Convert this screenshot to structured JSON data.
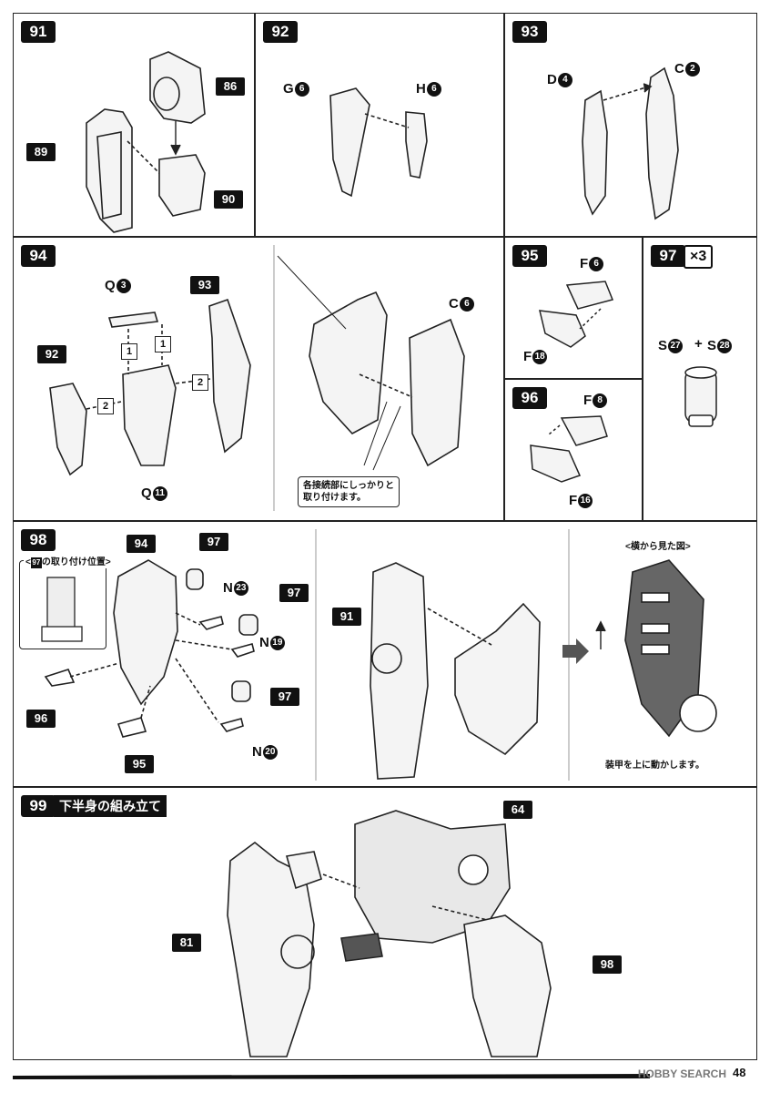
{
  "steps": {
    "s91": {
      "num": "91",
      "parts": [
        "86",
        "89",
        "90"
      ]
    },
    "s92": {
      "num": "92",
      "parts": [
        {
          "letter": "G",
          "n": "6"
        },
        {
          "letter": "H",
          "n": "6"
        }
      ]
    },
    "s93": {
      "num": "93",
      "parts": [
        {
          "letter": "D",
          "n": "4"
        },
        {
          "letter": "C",
          "n": "2"
        }
      ]
    },
    "s94": {
      "num": "94",
      "parts": [
        "93",
        "92"
      ],
      "runners": [
        {
          "letter": "Q",
          "n": "3"
        },
        {
          "letter": "Q",
          "n": "11"
        },
        {
          "letter": "C",
          "n": "6"
        }
      ],
      "order_marks": [
        "1",
        "1",
        "2",
        "2"
      ],
      "note": [
        "各接続部にしっかりと",
        "取り付けます。"
      ]
    },
    "s95": {
      "num": "95",
      "parts": [
        {
          "letter": "F",
          "n": "6"
        },
        {
          "letter": "F",
          "n": "18"
        }
      ]
    },
    "s96": {
      "num": "96",
      "parts": [
        {
          "letter": "F",
          "n": "8"
        },
        {
          "letter": "F",
          "n": "16"
        }
      ]
    },
    "s97": {
      "num": "97",
      "multiplier": "×3",
      "parts": [
        {
          "letter": "S",
          "n": "27"
        },
        {
          "letter": "S",
          "n": "28"
        }
      ],
      "plus": "+"
    },
    "s98": {
      "num": "98",
      "inset_title_num": "97",
      "inset_title": "の取り付け位置",
      "parts": [
        "94",
        "97",
        "97",
        "97",
        "96",
        "95",
        "91"
      ],
      "runners": [
        {
          "letter": "N",
          "n": "23"
        },
        {
          "letter": "N",
          "n": "19"
        },
        {
          "letter": "N",
          "n": "20"
        }
      ],
      "side_view_title": "<横から見た図>",
      "side_caption": "装甲を上に動かします。"
    },
    "s99": {
      "num": "99",
      "title": "下半身の組み立て",
      "parts": [
        "64",
        "81",
        "98"
      ]
    }
  },
  "footer": {
    "page_number": "48",
    "watermark": "HOBBY SEARCH"
  }
}
